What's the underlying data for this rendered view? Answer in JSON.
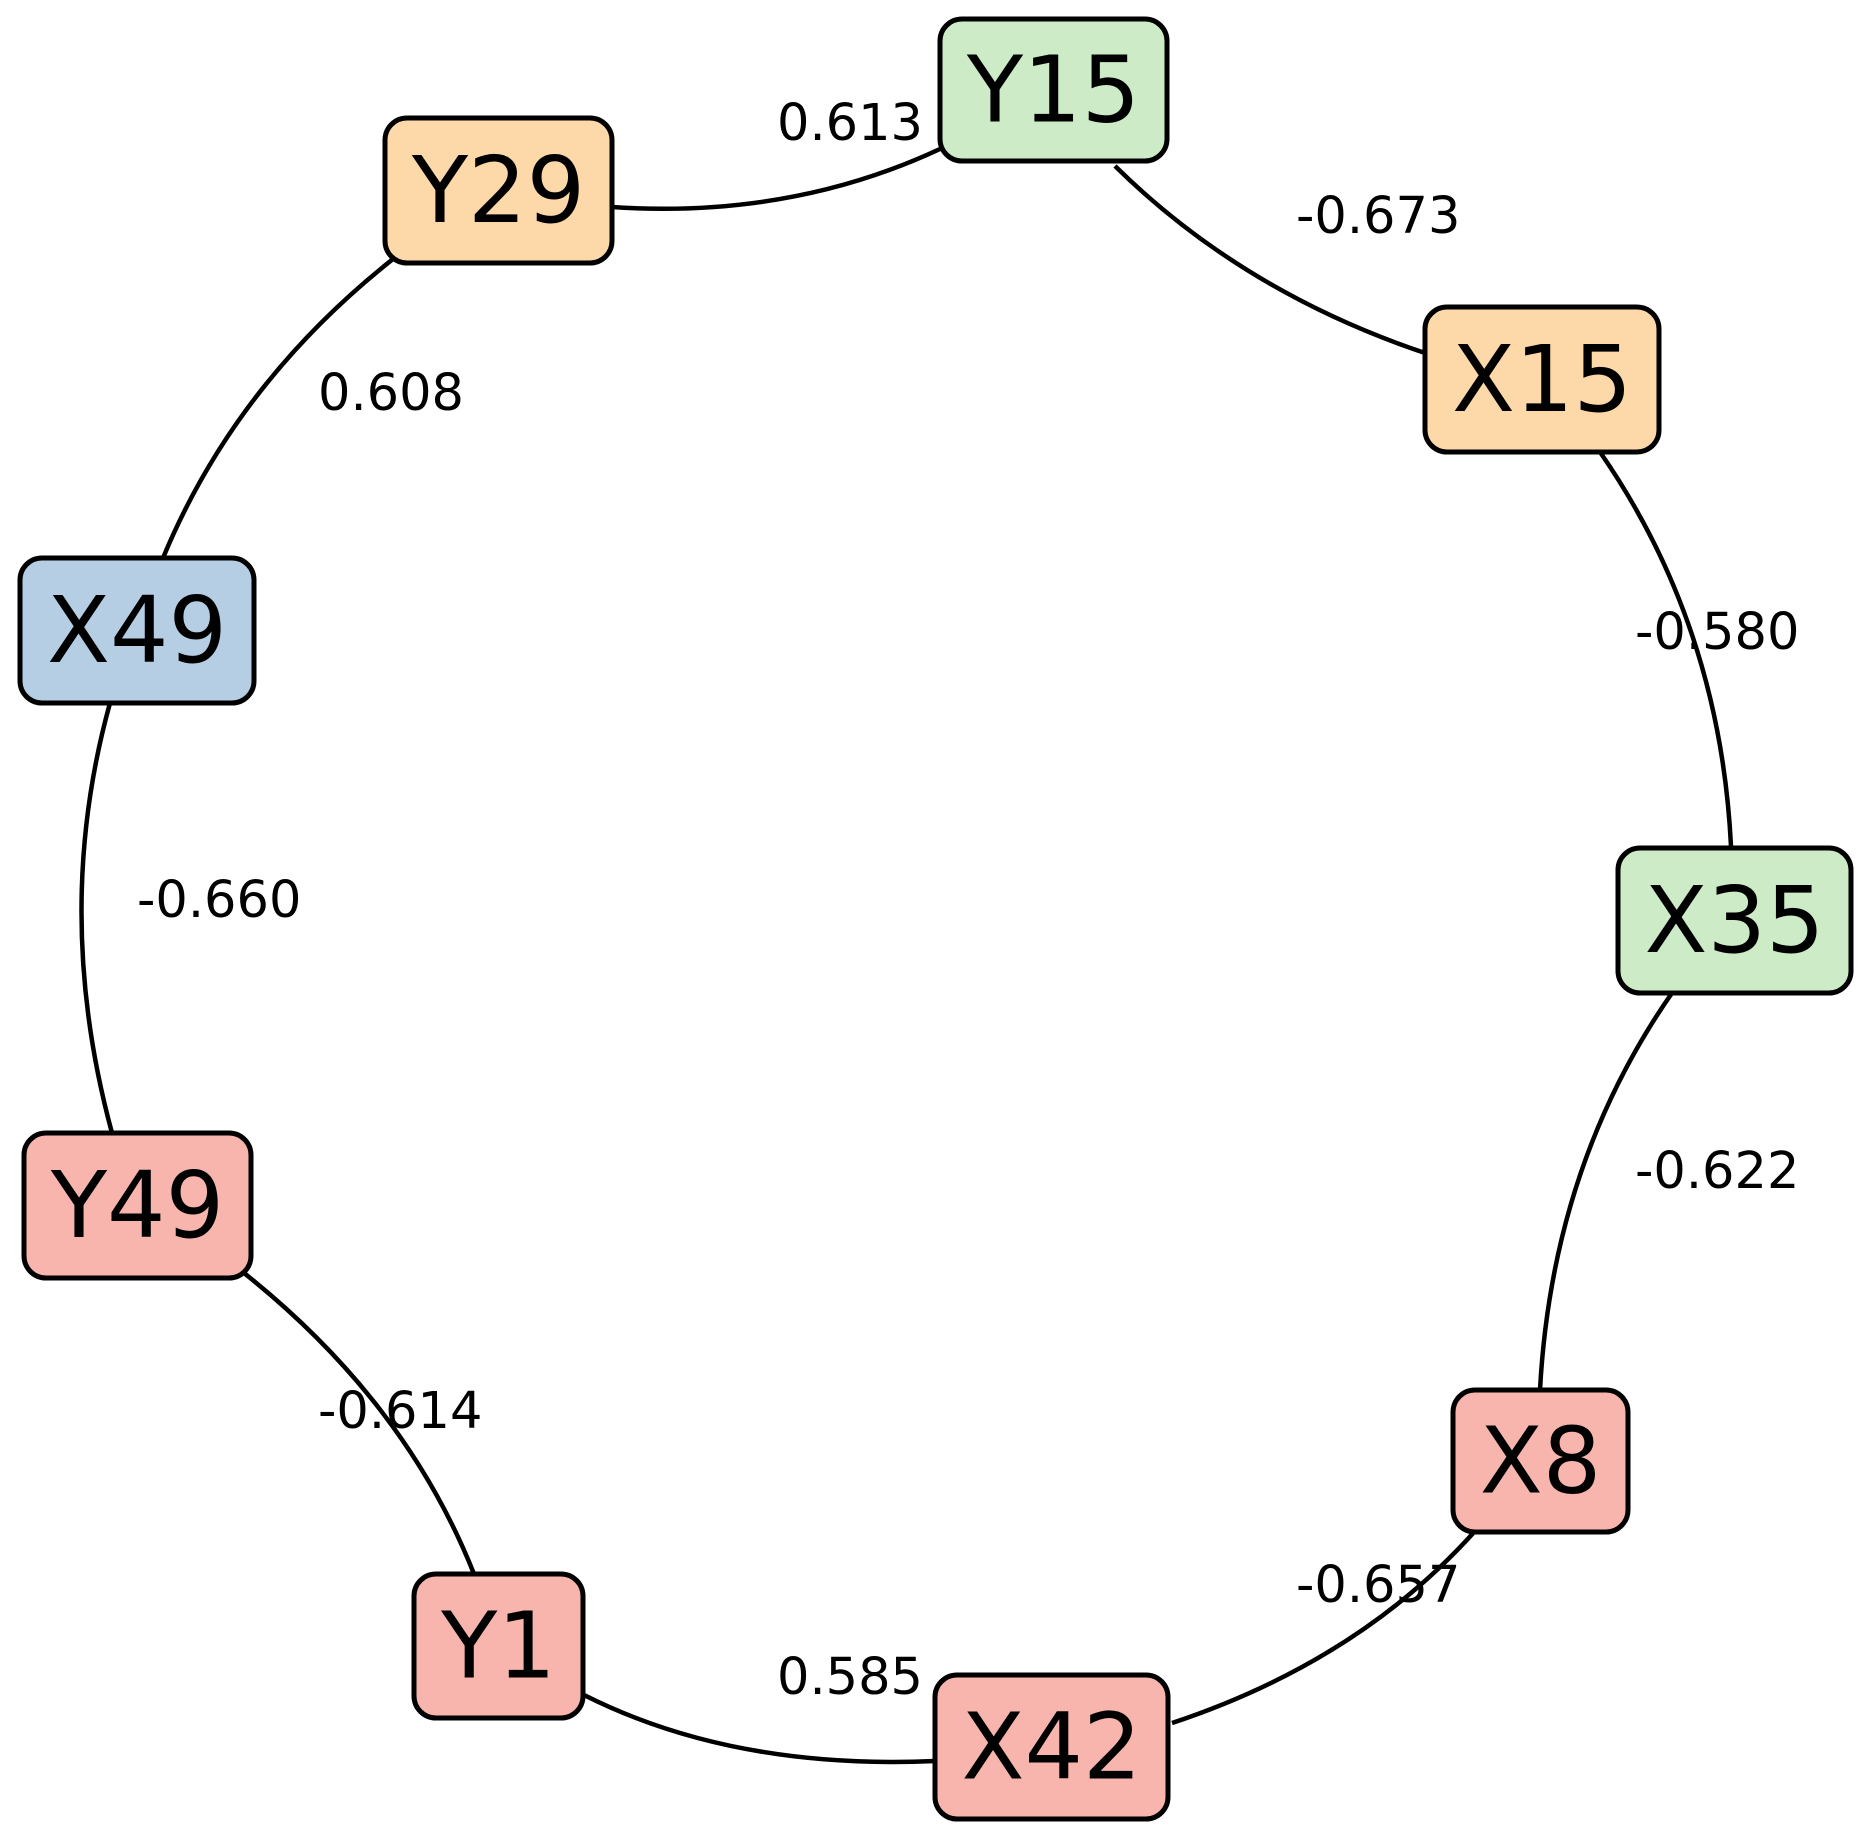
{
  "colors": {
    "pink": "#f8b5ad",
    "orange": "#fdd8a8",
    "green": "#cdebc7",
    "blue": "#b5cee4",
    "edge": "#000000"
  },
  "nodes": [
    {
      "id": "Y15",
      "label": "Y15",
      "color": "green"
    },
    {
      "id": "X15",
      "label": "X15",
      "color": "orange"
    },
    {
      "id": "X35",
      "label": "X35",
      "color": "green"
    },
    {
      "id": "X8",
      "label": "X8",
      "color": "pink"
    },
    {
      "id": "X42",
      "label": "X42",
      "color": "pink"
    },
    {
      "id": "Y1",
      "label": "Y1",
      "color": "pink"
    },
    {
      "id": "Y49",
      "label": "Y49",
      "color": "pink"
    },
    {
      "id": "X49",
      "label": "X49",
      "color": "blue"
    },
    {
      "id": "Y29",
      "label": "Y29",
      "color": "orange"
    }
  ],
  "edges": [
    {
      "source": "Y29",
      "target": "Y15",
      "weight": "0.613"
    },
    {
      "source": "Y15",
      "target": "X15",
      "weight": "-0.673"
    },
    {
      "source": "X15",
      "target": "X35",
      "weight": "-0.580"
    },
    {
      "source": "X35",
      "target": "X8",
      "weight": "-0.622"
    },
    {
      "source": "X8",
      "target": "X42",
      "weight": "-0.657"
    },
    {
      "source": "Y1",
      "target": "X42",
      "weight": "0.585"
    },
    {
      "source": "Y49",
      "target": "Y1",
      "weight": "-0.614"
    },
    {
      "source": "X49",
      "target": "Y49",
      "weight": "-0.660"
    },
    {
      "source": "Y29",
      "target": "X49",
      "weight": "0.608"
    }
  ]
}
